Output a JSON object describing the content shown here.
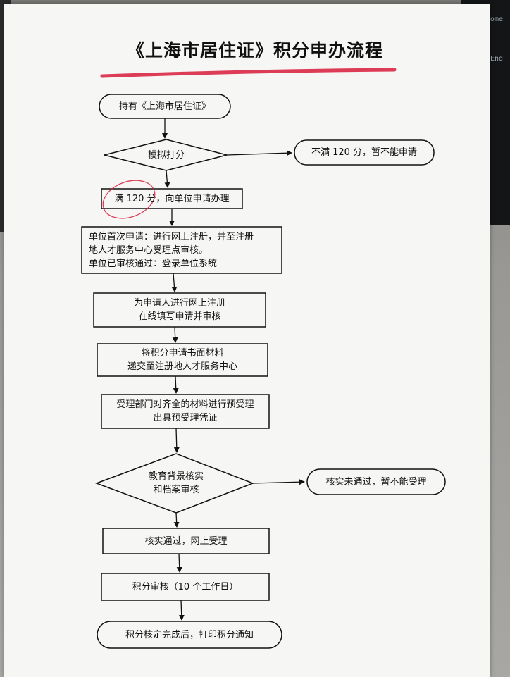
{
  "title": "《上海市居住证》积分申办流程",
  "background_text": {
    "key_top": "Home",
    "key_end": "End"
  },
  "colors": {
    "underline": "#d81b3a",
    "annotation": "#d81b3a",
    "stroke": "#111111"
  },
  "flow": {
    "start": "持有《上海市居住证》",
    "decision1": "模拟打分",
    "fail1": "不满 120 分，暂不能申请",
    "step1": "满 120 分，向单位申请办理",
    "step2": {
      "line1": "单位首次申请：进行网上注册，并至注册",
      "line2": "地人才服务中心受理点审核。",
      "line3": "单位已审核通过：登录单位系统"
    },
    "step3": {
      "line1": "为申请人进行网上注册",
      "line2": "在线填写申请并审核"
    },
    "step4": {
      "line1": "将积分申请书面材料",
      "line2": "递交至注册地人才服务中心"
    },
    "step5": {
      "line1": "受理部门对齐全的材料进行预受理",
      "line2": "出具预受理凭证"
    },
    "decision2": {
      "line1": "教育背景核实",
      "line2": "和档案审核"
    },
    "fail2": "核实未通过，暂不能受理",
    "step6": "核实通过，网上受理",
    "step7": "积分审核（10 个工作日）",
    "end": "积分核定完成后，打印积分通知"
  }
}
